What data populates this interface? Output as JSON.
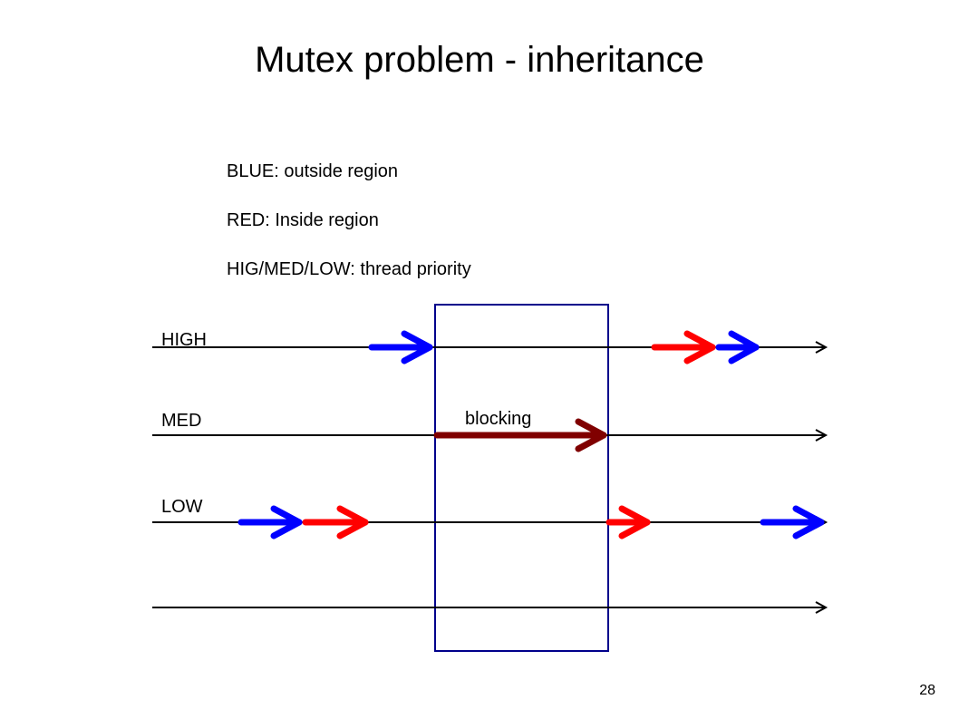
{
  "title": "Mutex problem - inheritance",
  "legend": {
    "blue": "BLUE: outside region",
    "red": "RED: Inside region",
    "priority": "HIG/MED/LOW: thread priority"
  },
  "lanes": {
    "high": "HIGH",
    "med": "MED",
    "low": "LOW"
  },
  "blocking_label": "blocking",
  "page_number": "28",
  "colors": {
    "outside_region": "#0000ff",
    "inside_region": "#ff0000",
    "blocking": "#800000",
    "region_box": "#00008b",
    "timeline": "#000000"
  }
}
